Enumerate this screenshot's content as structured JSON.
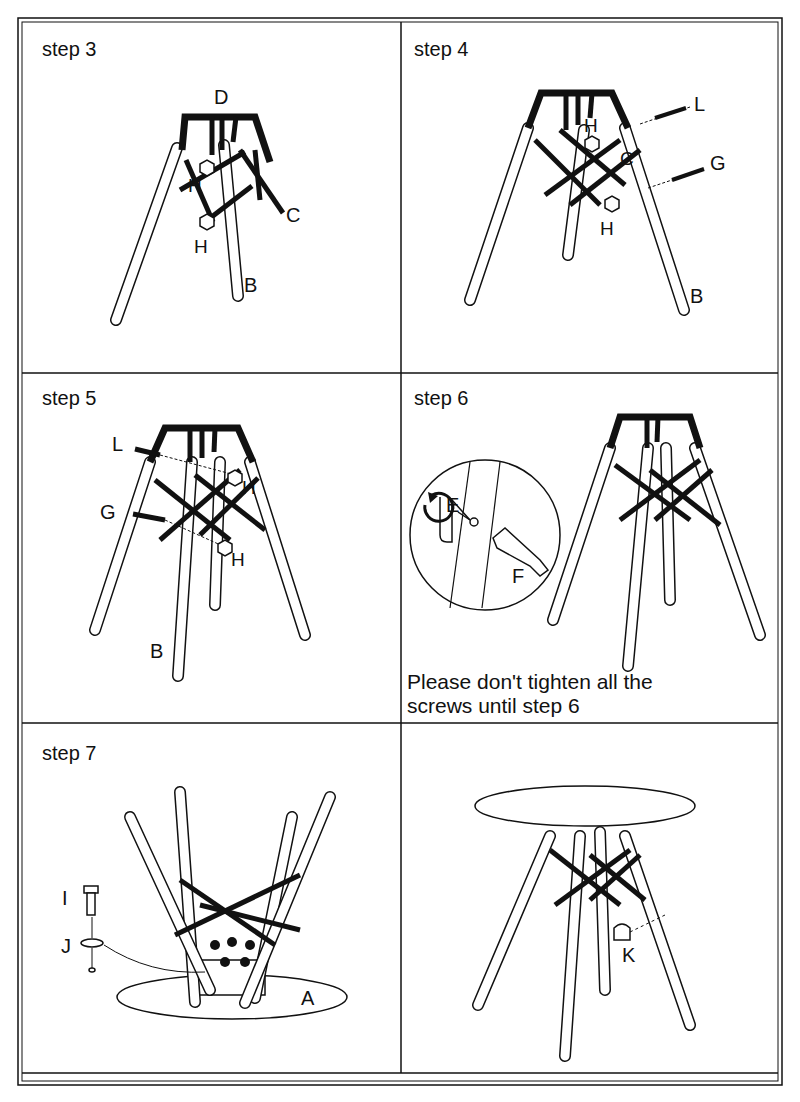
{
  "diagram": {
    "labels": [
      "step 3",
      "D",
      "H",
      "H",
      "C",
      "B",
      "step 4",
      "L",
      "H",
      "C",
      "G",
      "H",
      "B",
      "step 5",
      "L",
      "H",
      "G",
      "H",
      "B",
      "step 6",
      "E",
      "F",
      "Please don't tighten all the screws until step 6",
      "step 7",
      "I",
      "J",
      "A",
      "K"
    ]
  }
}
